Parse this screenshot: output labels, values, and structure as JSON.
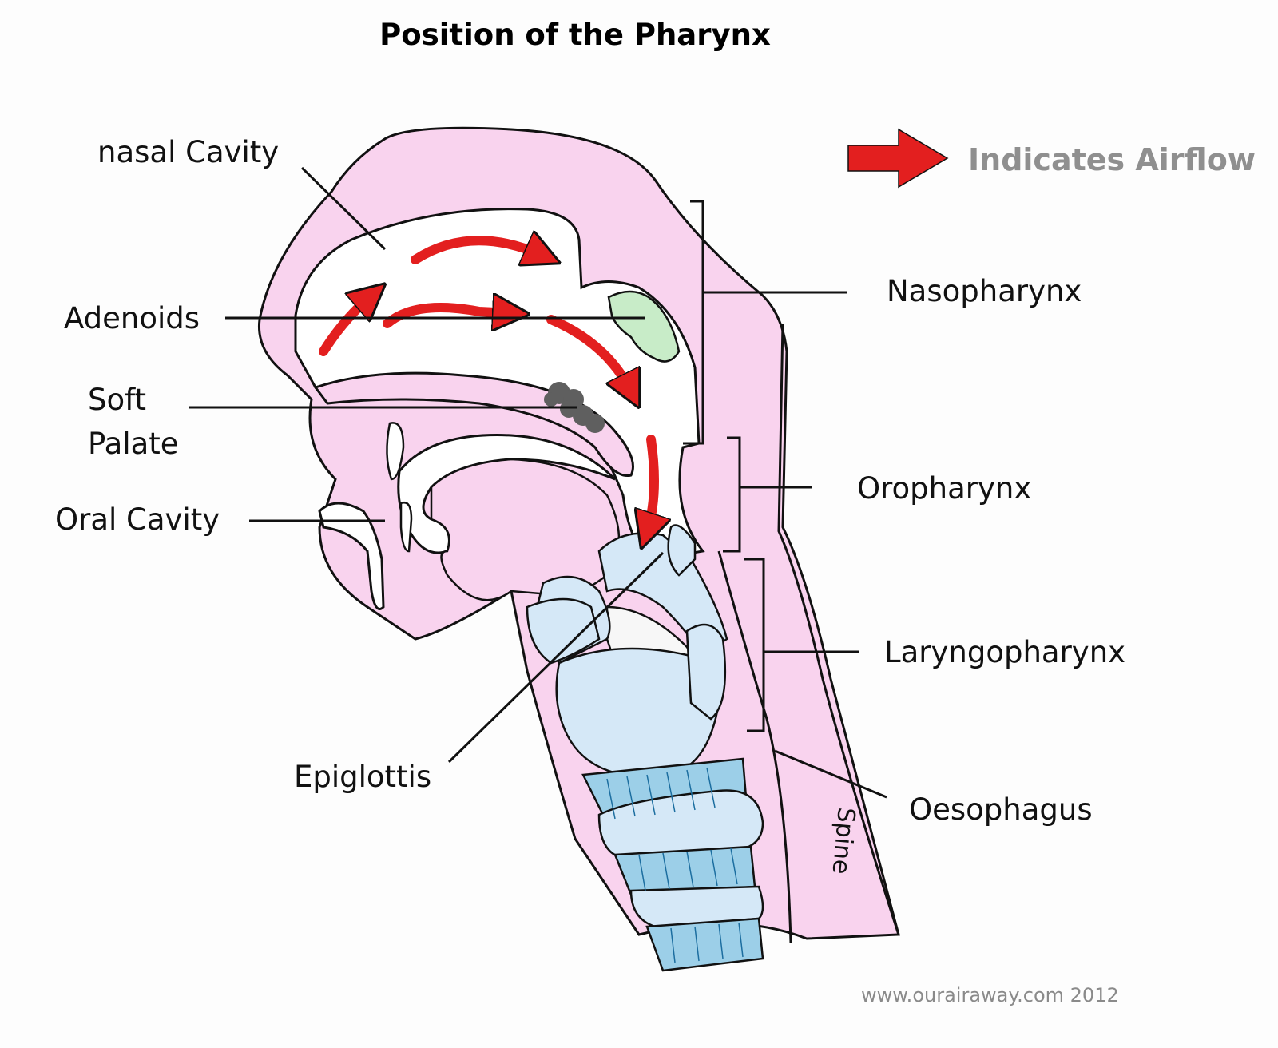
{
  "title": "Position of the Pharynx",
  "legend": {
    "text": "Indicates Airflow",
    "arrow_color": "#e31f1f",
    "text_color": "#8f8f8f"
  },
  "labels": {
    "nasal_cavity": "nasal Cavity",
    "adenoids": "Adenoids",
    "soft_palate_line1": "Soft",
    "soft_palate_line2": "Palate",
    "oral_cavity": "Oral Cavity",
    "epiglottis": "Epiglottis",
    "nasopharynx": "Nasopharynx",
    "oropharynx": "Oropharynx",
    "laryngopharynx": "Laryngopharynx",
    "oesophagus": "Oesophagus",
    "spine": "Spine"
  },
  "credit": "www.ourairaway.com 2012",
  "colors": {
    "tissue": "#f9d3ee",
    "cartilage": "#d5e8f7",
    "trachea_rings": "#9ccfe8",
    "adenoid": "#c8ecc8",
    "soft_palate_mark": "#5f5f5f",
    "airflow": "#e31f1f",
    "outline": "#111111"
  }
}
